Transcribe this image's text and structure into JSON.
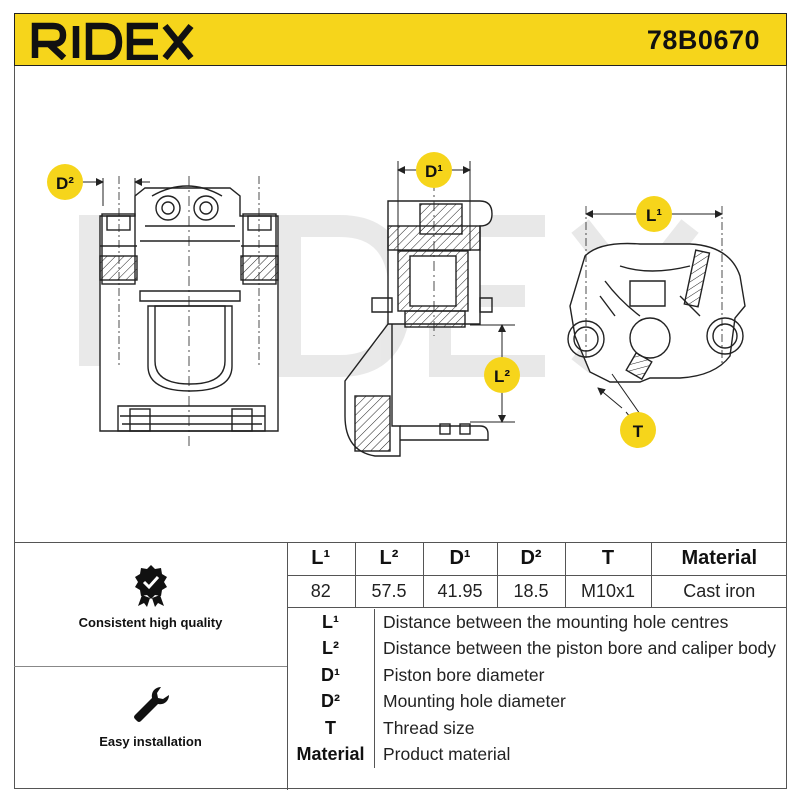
{
  "header": {
    "brand": "RIDEX",
    "part_number": "78B0670"
  },
  "drawing": {
    "watermark": "RIDEX",
    "dim_labels": {
      "d2": "D²",
      "d1": "D¹",
      "l1": "L¹",
      "l2": "L²",
      "t": "T"
    }
  },
  "features": [
    {
      "icon": "quality-badge-icon",
      "label": "Consistent high quality"
    },
    {
      "icon": "wrench-icon",
      "label": "Easy installation"
    }
  ],
  "spec_table": {
    "headers": [
      "L¹",
      "L²",
      "D¹",
      "D²",
      "T",
      "Material"
    ],
    "values": [
      "82",
      "57.5",
      "41.95",
      "18.5",
      "M10x1",
      "Cast iron"
    ]
  },
  "legend": [
    {
      "key": "L¹",
      "desc": "Distance between the mounting hole centres"
    },
    {
      "key": "L²",
      "desc": "Distance between the piston bore and caliper body"
    },
    {
      "key": "D¹",
      "desc": "Piston bore diameter"
    },
    {
      "key": "D²",
      "desc": "Mounting hole diameter"
    },
    {
      "key": "T",
      "desc": "Thread size"
    },
    {
      "key": "Material",
      "desc": "Product material"
    }
  ],
  "colors": {
    "header_bg": "#f6d51b",
    "badge": "#f6d51b",
    "line": "#222222"
  }
}
